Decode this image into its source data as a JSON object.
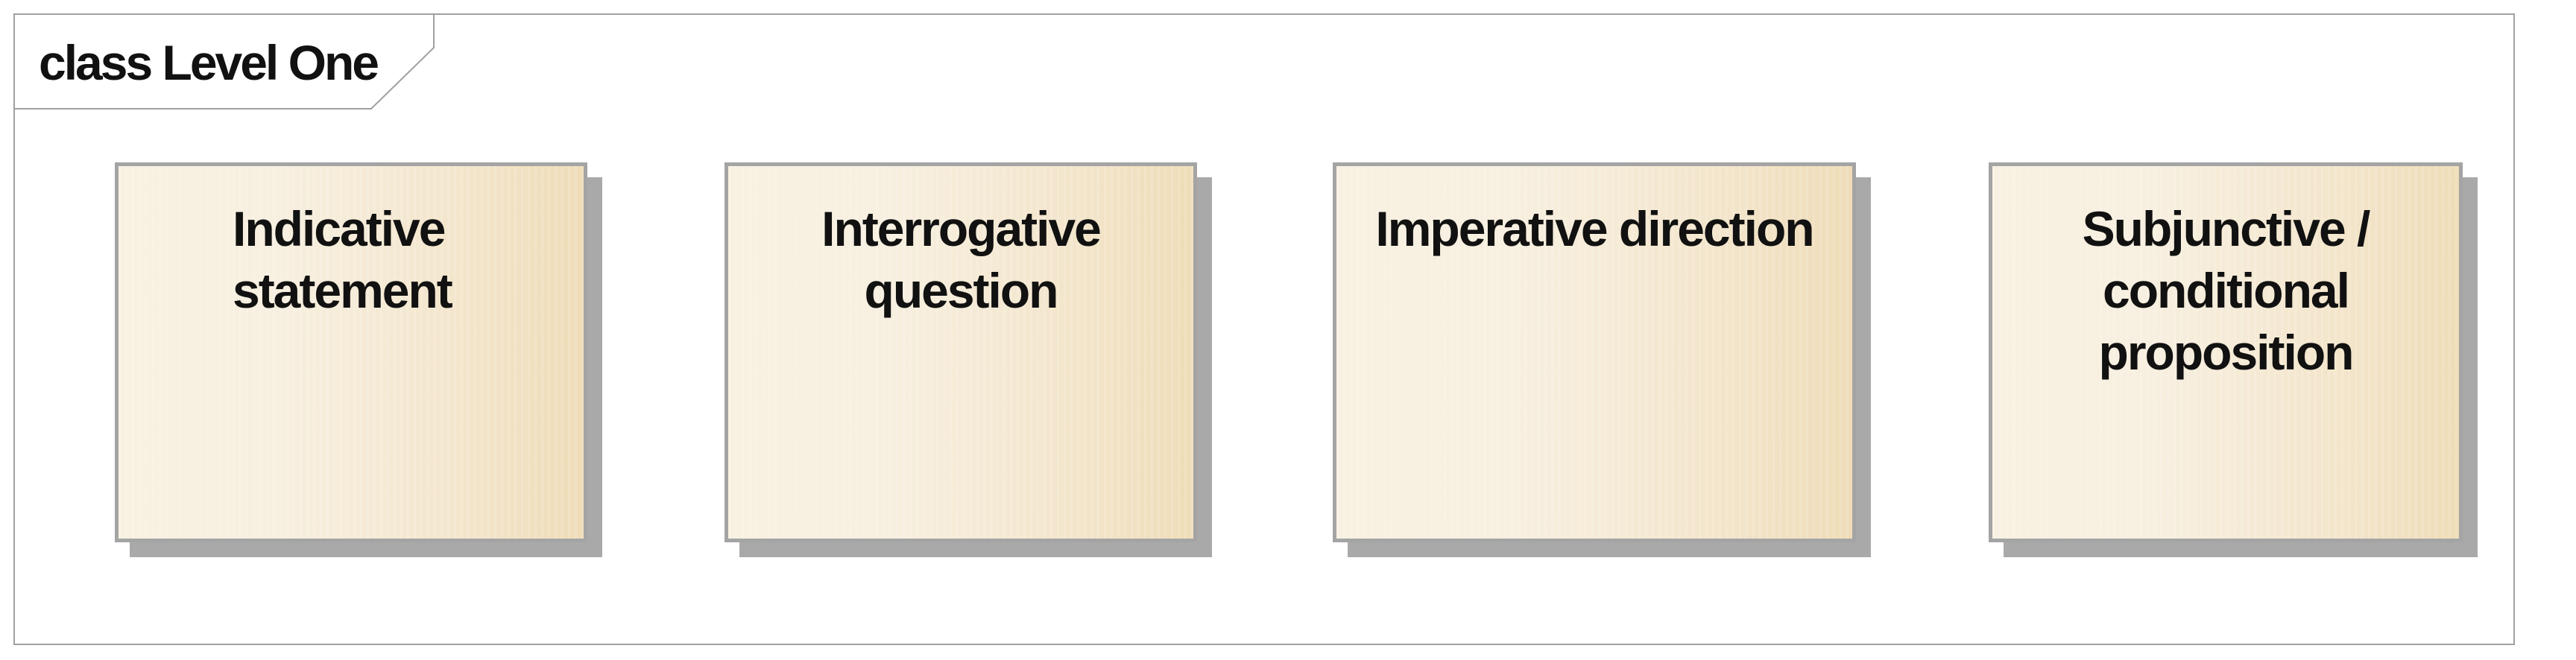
{
  "diagram": {
    "frame_title": "class Level One",
    "classes": [
      {
        "name": "Indicative statement",
        "lines": "Indicative\nstatement"
      },
      {
        "name": "Interrogative question",
        "lines": "Interrogative\nquestion"
      },
      {
        "name": "Imperative direction",
        "lines": "Imperative direction"
      },
      {
        "name": "Subjunctive / conditional proposition",
        "lines": "Subjunctive /\nconditional\nproposition"
      }
    ]
  },
  "colors": {
    "border": "#a4a4a4",
    "shadow": "#a9a9a9",
    "fill": "#f8f0df",
    "text": "#111111"
  }
}
